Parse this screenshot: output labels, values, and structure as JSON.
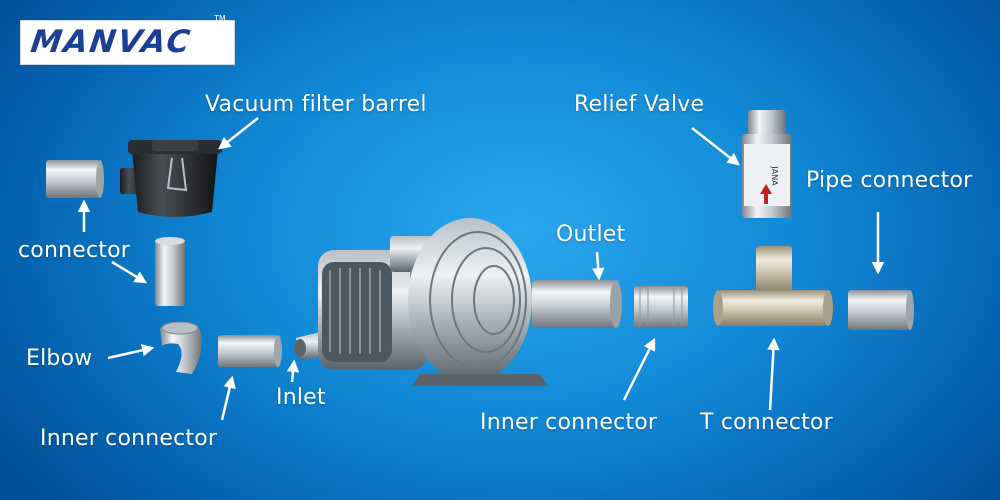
{
  "brand": {
    "logo": "MANVAC",
    "tm": "TM"
  },
  "labels": {
    "vacuum_filter_barrel": "Vacuum filter barrel",
    "connector": "connector",
    "elbow": "Elbow",
    "inner_connector_left": "Inner connector",
    "inlet": "Inlet",
    "outlet": "Outlet",
    "relief_valve": "Relief Valve",
    "pipe_connector": "Pipe connector",
    "inner_connector_right": "Inner connector",
    "t_connector": "T connector"
  },
  "valve_text": "JANA",
  "colors": {
    "bg_center": "#2aa7ef",
    "bg_edge": "#034f95",
    "brand": "#1c3f96",
    "label": "#ffffff"
  }
}
